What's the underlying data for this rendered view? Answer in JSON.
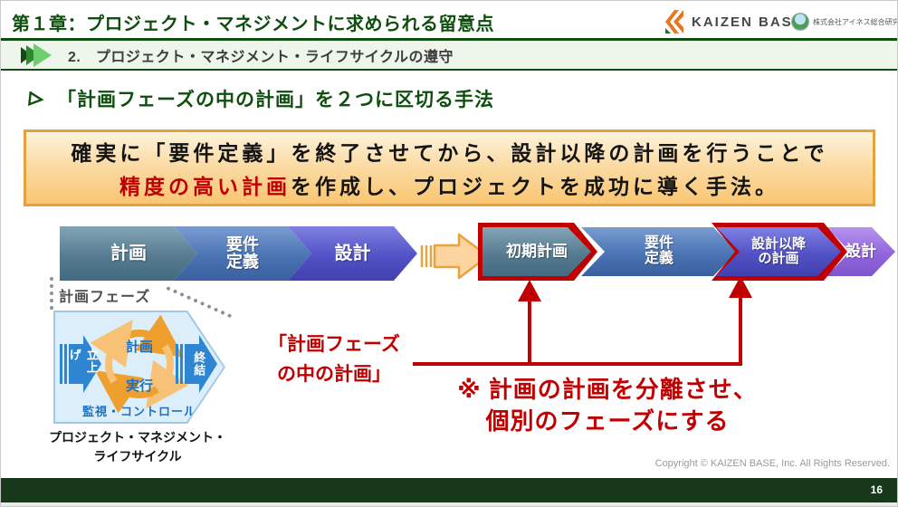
{
  "header": {
    "chapter_title": "第１章：プロジェクト・マネジメントに求められる留意点",
    "section_label": "2.　プロジェクト・マネジメント・ライフサイクルの遵守",
    "kaizen_logo_text": "KAIZEN BASE",
    "ines_logo_text": "株式会社アイネス総合研究所"
  },
  "heading": {
    "text": "「計画フェーズの中の計画」を２つに区切る手法"
  },
  "highlight_box": {
    "line1": "確実に「要件定義」を終了させてから、設計以降の計画を行うことで",
    "line2_red": "精度の高い計画",
    "line2_rest": "を作成し、プロジェクトを成功に導く手法。"
  },
  "flow_before": {
    "steps": [
      {
        "line1": "計画",
        "line2": ""
      },
      {
        "line1": "要件",
        "line2": "定義"
      },
      {
        "line1": "設計",
        "line2": ""
      }
    ]
  },
  "flow_after": {
    "steps": [
      {
        "line1": "初期計画",
        "line2": "",
        "highlighted": true
      },
      {
        "line1": "要件",
        "line2": "定義",
        "highlighted": false
      },
      {
        "line1": "設計以降",
        "line2": "の計画",
        "highlighted": true
      },
      {
        "line1": "設計",
        "line2": "",
        "highlighted": false
      }
    ]
  },
  "lifecycle": {
    "phase_label": "計画フェーズ",
    "start": "立上げ",
    "plan": "計画",
    "execute": "実行",
    "close": "終結",
    "monitor": "監視・コントロール",
    "caption_line1": "プロジェクト・マネジメント・",
    "caption_line2": "ライフサイクル"
  },
  "callout": {
    "line1": "「計画フェーズ",
    "line2": "の中の計画」"
  },
  "note": {
    "line1": "※ 計画の計画を分離させ、",
    "line2": "個別のフェーズにする"
  },
  "footer": {
    "copyright": "Copyright ©  KAIZEN BASE, Inc.  All Rights Reserved.",
    "page_number": "16"
  },
  "colors": {
    "title_green": "#0e4e0e",
    "annotation_red": "#c00000",
    "box_border_orange": "#e5a13c",
    "footer_green": "#17381b",
    "step_teal": "#577b90",
    "step_blue": "#4a74b4",
    "step_indigo": "#5252c6",
    "step_purple": "#9166dd"
  }
}
